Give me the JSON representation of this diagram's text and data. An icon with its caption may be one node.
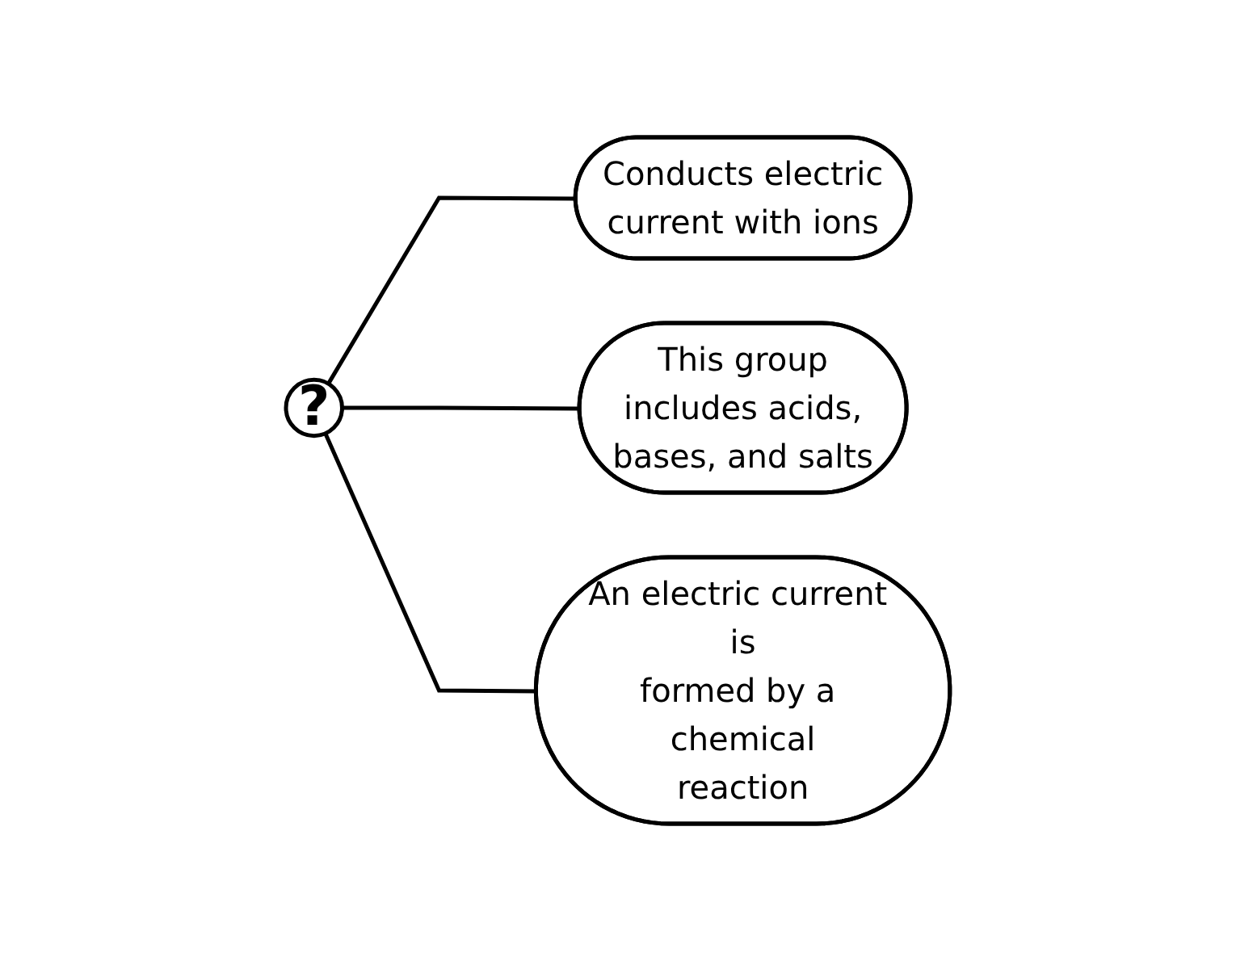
{
  "diagram": {
    "nodes": [
      {
        "text": [
          "?"
        ]
      },
      {
        "text": [
          "Conducts electric current with ions"
        ]
      },
      {
        "text": [
          "This group includes acids, bases, and salts"
        ]
      },
      {
        "text": [
          "An electric current is formed by a chemical reaction"
        ]
      }
    ],
    "edges": [
      {
        "from": 0,
        "to": 1,
        "arrow": "none"
      },
      {
        "from": 0,
        "to": 2,
        "arrow": "none"
      },
      {
        "from": 0,
        "to": 3,
        "arrow": "none"
      }
    ]
  }
}
